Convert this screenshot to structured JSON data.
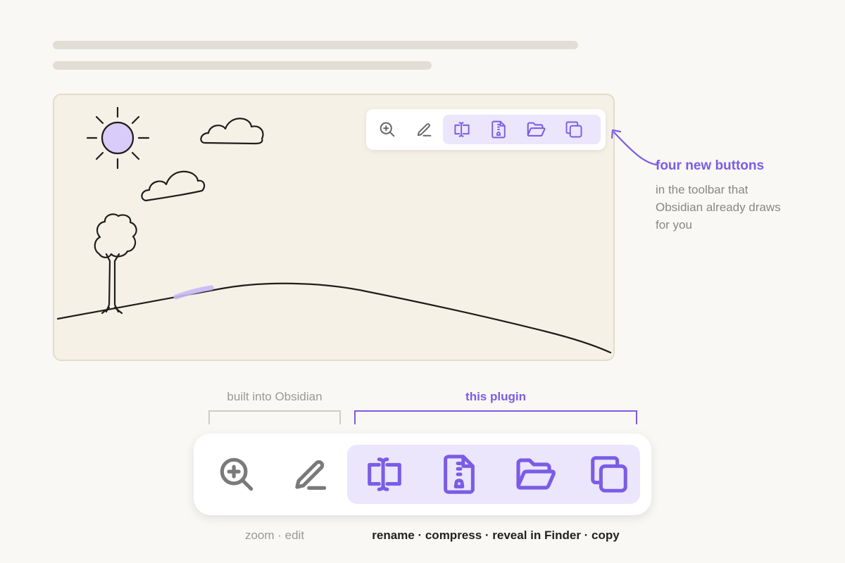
{
  "colors": {
    "accent": "#7b5ce6",
    "accent_bg": "#ebe6fb",
    "sun_fill": "#d9ccfb",
    "grass_highlight": "#c9b8f5"
  },
  "icons": {
    "builtin": [
      "zoom-in-icon",
      "pencil-icon"
    ],
    "plugin": [
      "rename-icon",
      "compress-icon",
      "folder-open-icon",
      "copy-icon"
    ],
    "drawing": [
      "sun-icon",
      "cloud-icon",
      "tree-icon",
      "hill"
    ]
  },
  "callout": {
    "title": "four new buttons",
    "body": "in the toolbar that Obsidian already draws for you"
  },
  "labels": {
    "built_in": "built into Obsidian",
    "plugin": "this plugin",
    "built_in_caption": "zoom · edit",
    "plugin_caption": "rename · compress · reveal in Finder · copy"
  }
}
